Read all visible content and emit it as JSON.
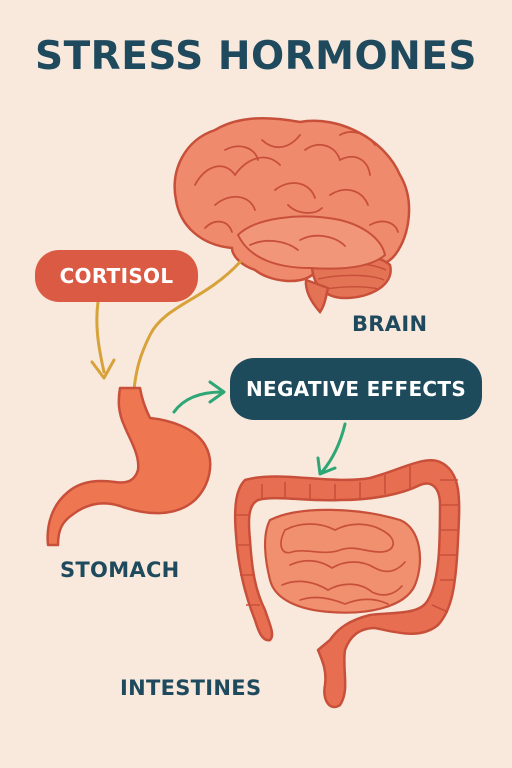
{
  "title": "STRESS HORMONES",
  "pills": {
    "cortisol": "CORTISOL",
    "negative_effects": "NEGATIVE EFFECTS"
  },
  "labels": {
    "brain": "BRAIN",
    "stomach": "STOMACH",
    "intestines": "INTESTINES"
  },
  "colors": {
    "background": "#f8e9dc",
    "title": "#1f4a5e",
    "cortisol_pill": "#db5a44",
    "negative_pill": "#1d4b5c",
    "organ_fill": "#ef8a6c",
    "organ_outline": "#c8503a",
    "stomach_fill": "#ee7650",
    "cortisol_arrow": "#d8a23a",
    "effects_arrow": "#2fa676",
    "label_text": "#1f4a5e"
  },
  "icons": [
    "brain-icon",
    "stomach-icon",
    "intestines-icon",
    "arrow-icon"
  ]
}
